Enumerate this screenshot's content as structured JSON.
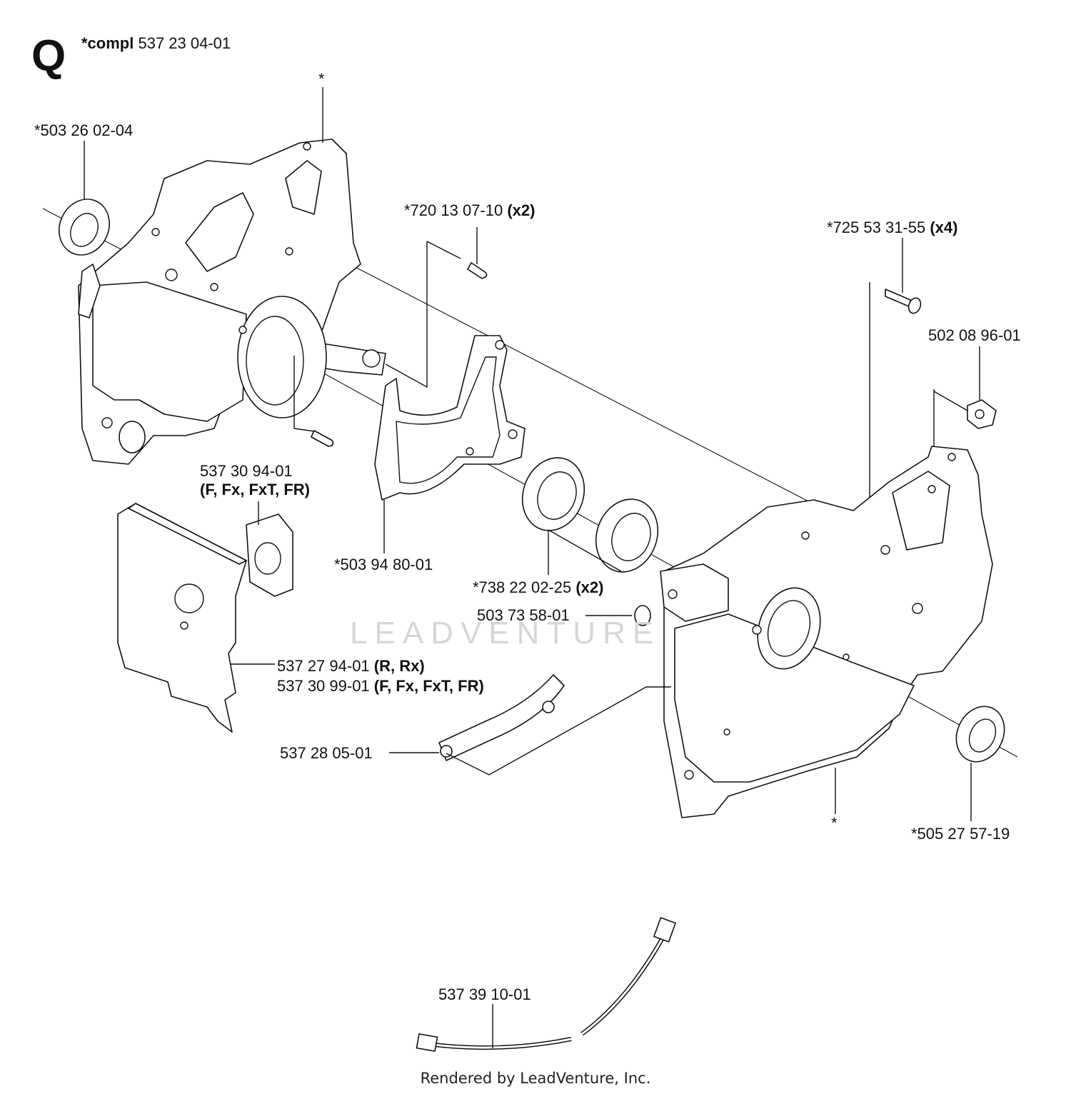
{
  "section_letter": "Q",
  "compl": {
    "prefix": "*compl",
    "number": "537 23 04-01"
  },
  "star_marks": [
    "*",
    "*"
  ],
  "labels": {
    "seal_left": "*503 26 02-04",
    "pin": {
      "number": "*720 13 07-10",
      "qty": "(x2)"
    },
    "screw": {
      "number": "*725 53 31-55",
      "qty": "(x4)"
    },
    "nut": "502 08 96-01",
    "spacer": {
      "number": "537 30 94-01",
      "models": "(F, Fx, FxT, FR)"
    },
    "gasket": "*503 94 80-01",
    "bearing": {
      "number": "*738 22 02-25",
      "qty": "(x2)"
    },
    "grommet": "503 73 58-01",
    "plate_r": {
      "number": "537 27 94-01",
      "models": "(R, Rx)"
    },
    "plate_f": {
      "number": "537 30 99-01",
      "models": "(F, Fx, FxT, FR)"
    },
    "strap": "537 28 05-01",
    "seal_right": "*505 27 57-19",
    "cable": "537 39 10-01"
  },
  "watermark": "LEADVENTURE",
  "footer": "Rendered by LeadVenture, Inc."
}
